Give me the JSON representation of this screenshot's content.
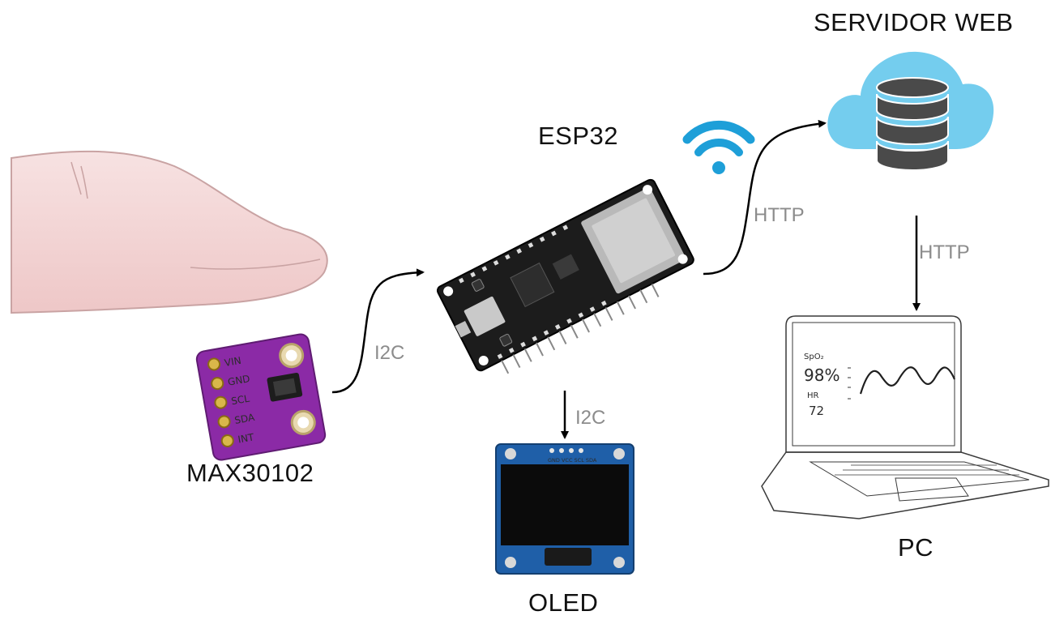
{
  "labels": {
    "sensor": "MAX30102",
    "mcu": "ESP32",
    "display": "OLED",
    "server": "SERVIDOR WEB",
    "client": "PC"
  },
  "links": {
    "sensor_to_mcu": "I2C",
    "mcu_to_display": "I2C",
    "mcu_to_server": "HTTP",
    "server_to_client": "HTTP"
  },
  "sensor_pins": [
    "VIN",
    "GND",
    "SCL",
    "SDA",
    "INT"
  ],
  "oled_pins": "GND VCC SCL SDA",
  "screen": {
    "spo2_label": "SpO₂",
    "spo2_value": "98%",
    "hr_label": "HR",
    "hr_value": "72"
  },
  "icons": [
    "finger-icon",
    "wifi-icon",
    "cloud-database-icon",
    "laptop-icon"
  ],
  "colors": {
    "pcb_purple": "#8b2aa6",
    "esp_black": "#1c1c1c",
    "oled_blue": "#1f5fa8",
    "cloud_blue": "#74cdee",
    "wifi_blue": "#1e9fd8",
    "db_gray": "#4a4a4a",
    "skin": "#f2d4d4",
    "link_label_gray": "#8c8c8c"
  }
}
